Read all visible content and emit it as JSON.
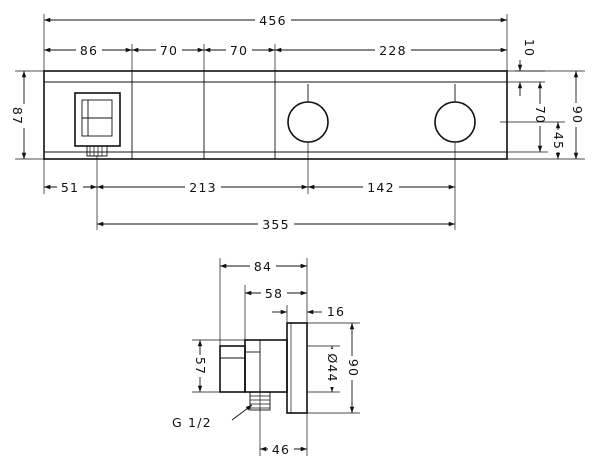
{
  "front_view": {
    "overall_width": "456",
    "segment_1": "86",
    "segment_2": "70",
    "segment_3": "70",
    "segment_4": "228",
    "top_offset": "10",
    "panel_height": "87",
    "right_height_70": "70",
    "right_height_45": "45",
    "right_height_90": "90",
    "lower_51": "51",
    "lower_213": "213",
    "lower_142": "142",
    "lower_355": "355"
  },
  "side_view": {
    "depth_84": "84",
    "depth_58": "58",
    "plate_16": "16",
    "height_57": "57",
    "diameter_44": "Ø44",
    "height_90": "90",
    "thread_label": "G 1/2",
    "outlet_46": "46"
  },
  "colors": {
    "line": "#111111",
    "background": "#ffffff"
  }
}
